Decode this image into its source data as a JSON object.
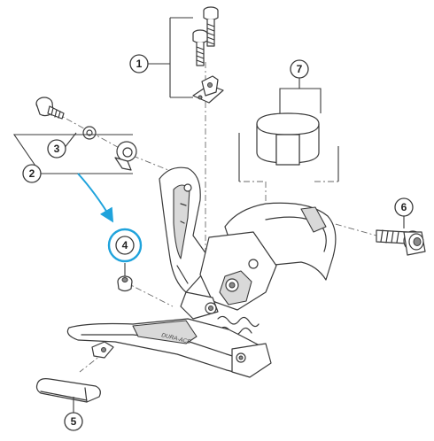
{
  "callouts": [
    {
      "id": "1",
      "label": "1"
    },
    {
      "id": "2",
      "label": "2"
    },
    {
      "id": "3",
      "label": "3"
    },
    {
      "id": "4",
      "label": "4"
    },
    {
      "id": "5",
      "label": "5"
    },
    {
      "id": "6",
      "label": "6"
    },
    {
      "id": "7",
      "label": "7"
    }
  ],
  "brand_mark": "DURA-ACE",
  "colors": {
    "line": "#3a3a3a",
    "highlight": "#1fa3dc",
    "background": "#ffffff"
  }
}
